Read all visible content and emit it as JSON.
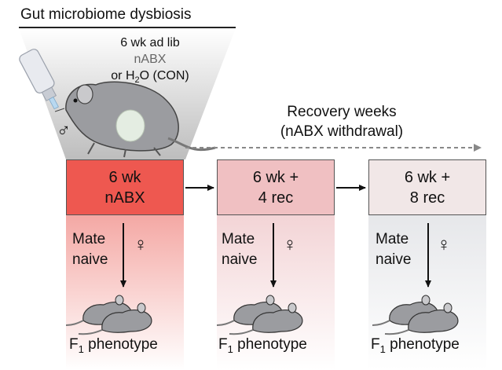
{
  "header": {
    "title": "Gut microbiome dysbiosis"
  },
  "treatment": {
    "line1": "6 wk ad lib",
    "line2": "nABX",
    "line3_prefix": "or H",
    "line3_sub": "2",
    "line3_suffix": "O (CON)"
  },
  "recovery": {
    "line1": "Recovery weeks",
    "line2": "(nABX withdrawal)"
  },
  "symbols": {
    "male": "♂",
    "female": "♀"
  },
  "stages": [
    {
      "line1": "6 wk",
      "line2": "nABX",
      "color": "#ee5850",
      "fade": "#f4a8a4",
      "mate1": "Mate",
      "mate2": "naive",
      "pheno_prefix": "F",
      "pheno_sub": "1",
      "pheno_suffix": " phenotype"
    },
    {
      "line1": "6 wk +",
      "line2": "4 rec",
      "color": "#f0c0c2",
      "fade": "#f4d8da",
      "mate1": "Mate",
      "mate2": "naive",
      "pheno_prefix": "F",
      "pheno_sub": "1",
      "pheno_suffix": " phenotype"
    },
    {
      "line1": "6 wk +",
      "line2": "8 rec",
      "color": "#f1e7e7",
      "fade": "#e9eaec",
      "mate1": "Mate",
      "mate2": "naive",
      "pheno_prefix": "F",
      "pheno_sub": "1",
      "pheno_suffix": " phenotype"
    }
  ]
}
